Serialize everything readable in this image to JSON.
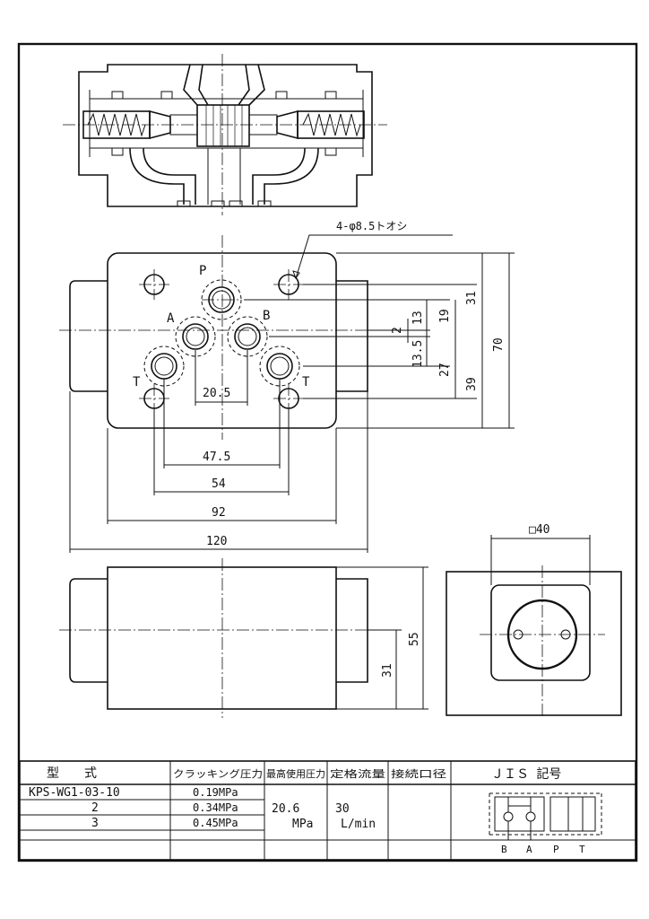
{
  "dimensions": {
    "through_holes": "4-φ8.5トオシ",
    "port_p": "P",
    "port_a": "A",
    "port_b": "B",
    "port_t_left": "T",
    "port_t_right": "T",
    "d_2": "2",
    "d_13": "13",
    "d_13_5": "13.5",
    "d_19": "19",
    "d_27": "27",
    "d_31": "31",
    "d_39": "39",
    "d_70": "70",
    "d_20_5": "20.5",
    "d_47_5": "47.5",
    "d_54": "54",
    "d_92": "92",
    "d_120": "120",
    "d_55": "55",
    "d_31_side": "31",
    "d_sq40": "□40"
  },
  "table": {
    "headers": {
      "model": "型　　式",
      "cracking": "クラッキング圧力",
      "max_pressure": "最高使用圧力",
      "rated_flow": "定格流量",
      "port_size": "接続口径",
      "jis": "ＪＩＳ 記号"
    },
    "rows": [
      {
        "model": "KPS-WG1-03-10",
        "cracking": "0.19MPa"
      },
      {
        "model": "2",
        "cracking": "0.34MPa"
      },
      {
        "model": "3",
        "cracking": "0.45MPa"
      }
    ],
    "max_pressure_value": "20.6",
    "max_pressure_unit": "MPa",
    "flow_value": "30",
    "flow_unit": "L/min",
    "jis_labels": {
      "b": "B",
      "a": "A",
      "p": "P",
      "t": "T"
    }
  }
}
